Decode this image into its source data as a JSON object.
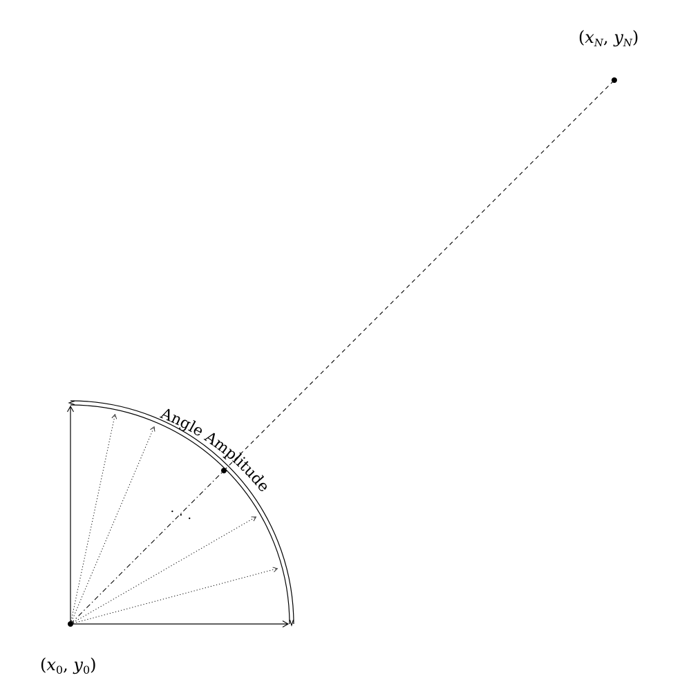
{
  "labels": {
    "origin": {
      "open": "(",
      "x": "x",
      "x_sub": "0",
      "comma": ", ",
      "y": "y",
      "y_sub": "0",
      "close": ")"
    },
    "target": {
      "open": "(",
      "x": "x",
      "x_sub": "N",
      "comma": ", ",
      "y": "y",
      "y_sub": "N",
      "close": ")"
    },
    "arc_label": "Angle Amplitude",
    "ellipsis": ". . ."
  },
  "colors": {
    "ink": "#000000",
    "background": "#ffffff"
  },
  "dotted_ray_angles_deg": [
    15,
    30,
    67,
    78
  ]
}
